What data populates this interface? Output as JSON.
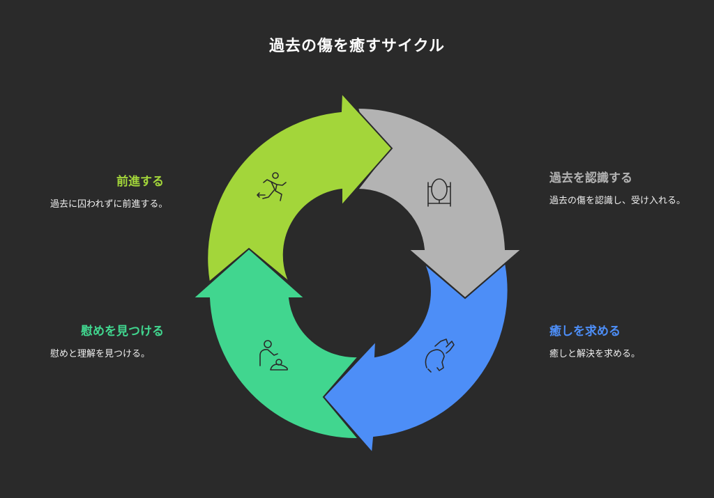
{
  "title": "過去の傷を癒すサイクル",
  "stages": [
    {
      "key": "recognize",
      "heading": "過去を認識する",
      "description": "過去の傷を認識し、受け入れる。",
      "color": "#b3b3b3",
      "icon": "mirror-icon"
    },
    {
      "key": "seek-healing",
      "heading": "癒しを求める",
      "description": "癒しと解決を求める。",
      "color": "#4d8ef7",
      "icon": "healing-hands-icon"
    },
    {
      "key": "find-comfort",
      "heading": "慰めを見つける",
      "description": "慰めと理解を見つける。",
      "color": "#41d68f",
      "icon": "comforting-person-icon"
    },
    {
      "key": "move-forward",
      "heading": "前進する",
      "description": "過去に囚われずに前進する。",
      "color": "#a3d63a",
      "icon": "running-person-icon"
    }
  ]
}
